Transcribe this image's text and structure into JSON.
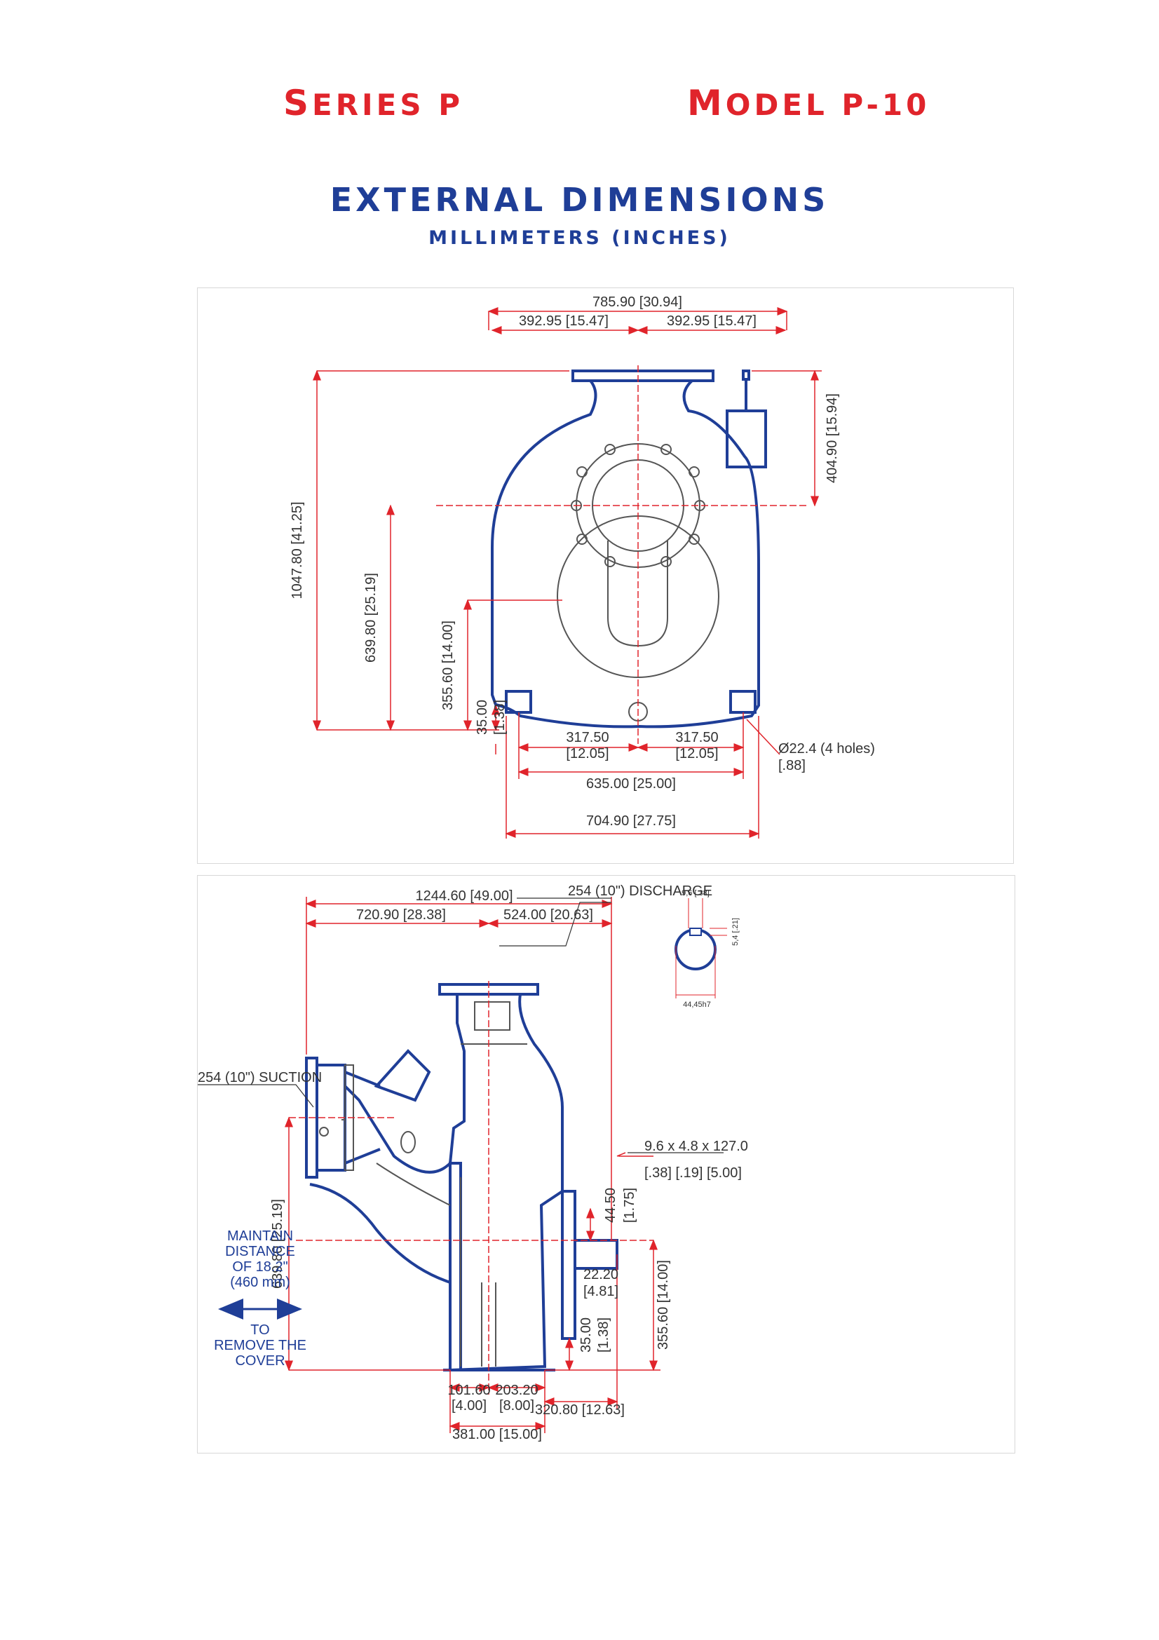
{
  "header": {
    "series_cap": "S",
    "series_rest": "ERIES P",
    "model_cap": "M",
    "model_rest": "ODEL P-10",
    "title": "EXTERNAL DIMENSIONS",
    "subtitle": "MILLIMETERS (INCHES)"
  },
  "colors": {
    "header_red": "#e0242b",
    "title_blue": "#1f3e97",
    "dim_red": "#e0242b",
    "outline_blue": "#1f3e97"
  },
  "front_view": {
    "overall_width": "785.90  [30.94]",
    "half_width_left": "392.95  [15.47]",
    "half_width_right": "392.95  [15.47]",
    "overall_height": "1047.80  [41.25]",
    "suction_center_height": "639.80  [25.19]",
    "shaft_center_height": "355.60  [14.00]",
    "foot_height": "35.00",
    "foot_height_in": "[1.38]",
    "top_to_suction": "404.90  [15.94]",
    "half_bolt_left": "317.50",
    "half_bolt_left_in": "[12.05]",
    "half_bolt_right": "317.50",
    "half_bolt_right_in": "[12.05]",
    "bolt_span": "635.00  [25.00]",
    "base_width": "704.90  [27.75]",
    "holes": "Ø22.4 (4 holes)",
    "holes_in": "[.88]"
  },
  "side_view": {
    "discharge": "254 (10\") DISCHARGE",
    "suction": "254 (10\") SUCTION",
    "overall_length": "1244.60  [49.00]",
    "suction_to_center": "720.90  [28.38]",
    "center_to_shaft": "524.00  [20.63]",
    "keyway": "9.6  x  4.8  x  127.0",
    "keyway_in": "[.38]  [.19]  [5.00]",
    "shaft_length": "44.50",
    "shaft_length_in": "[1.75]",
    "shaft_protrusion": "22.20",
    "shaft_protrusion_in": "[4.81]",
    "foot_height": "35.00",
    "foot_height_in": "[1.38]",
    "shaft_height": "355.60  [14.00]",
    "suction_height": "639.80  [25.19]",
    "foot_a": "101.60",
    "foot_a_in": "[4.00]",
    "foot_b": "203.20",
    "foot_b_in": "[8.00]",
    "base_length": "381.00  [15.00]",
    "shaft_offset": "320.80  [12.63]",
    "key_width": "9,6 [.38]",
    "key_depth": "5,4 [.21]",
    "shaft_dia": "44,45h7",
    "maintain": [
      "MAINTAIN",
      "DISTANCE",
      "OF 18.2\"",
      "(460 mm)"
    ],
    "remove": [
      "TO",
      "REMOVE THE",
      "COVER"
    ]
  }
}
